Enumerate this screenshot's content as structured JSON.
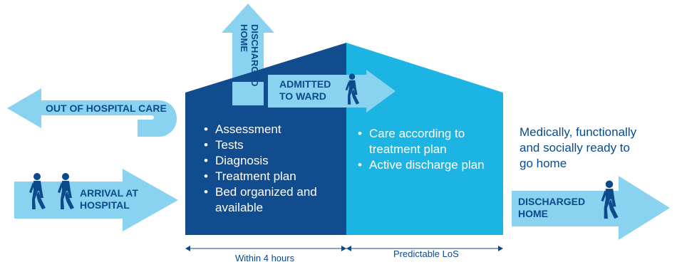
{
  "colors": {
    "dark_blue": "#114c8e",
    "mid_blue": "#1cb5e3",
    "light_blue": "#8ad3f0",
    "text_blue": "#0b4a8b"
  },
  "labels": {
    "discharged_home_top": "DISCHARGED HOME",
    "admitted_to_ward": "ADMITTED TO WARD",
    "out_of_hospital_care": "OUT OF HOSPITAL CARE",
    "arrival_at_hospital": "ARRIVAL AT HOSPITAL",
    "discharged_home_right": "DISCHARGED HOME"
  },
  "emergency_phase": {
    "items": [
      "Assessment",
      "Tests",
      "Diagnosis",
      "Treatment plan",
      "Bed organized and available"
    ]
  },
  "ward_phase": {
    "items": [
      "Care according to treatment plan",
      "Active discharge plan"
    ]
  },
  "ready_text": "Medically, functionally and socially ready to go home",
  "timeline": {
    "left_label": "Within 4 hours",
    "right_label": "Predictable LoS"
  },
  "icons": [
    "walking-person-icon"
  ]
}
